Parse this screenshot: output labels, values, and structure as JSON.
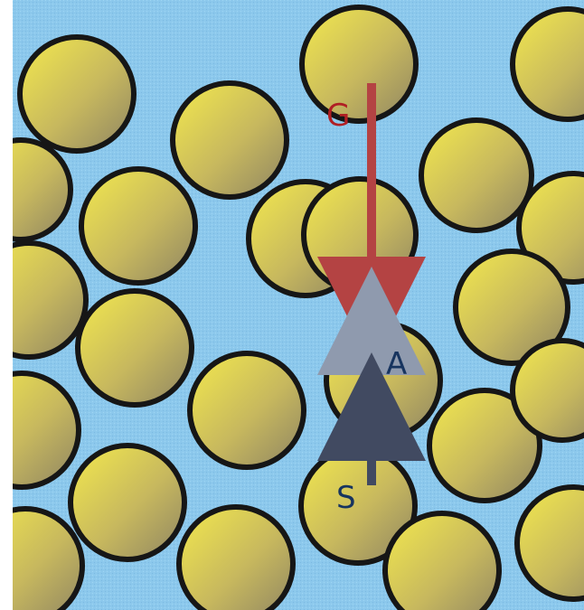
{
  "diagram": {
    "labels": {
      "gravity": "G",
      "adhesion": "A",
      "support": "S"
    },
    "colors": {
      "water": "#8cc8ec",
      "grain_light": "#f2ea4a",
      "grain_dark": "#8e8463",
      "grain_outline": "#161616",
      "gravity_arrow": "#b44343",
      "adhesion_arrow": "#8f9aae",
      "support_arrow": "#414a61",
      "gravity_text": "#b01f24",
      "adhesion_text": "#17345f",
      "support_text": "#17345f"
    }
  }
}
